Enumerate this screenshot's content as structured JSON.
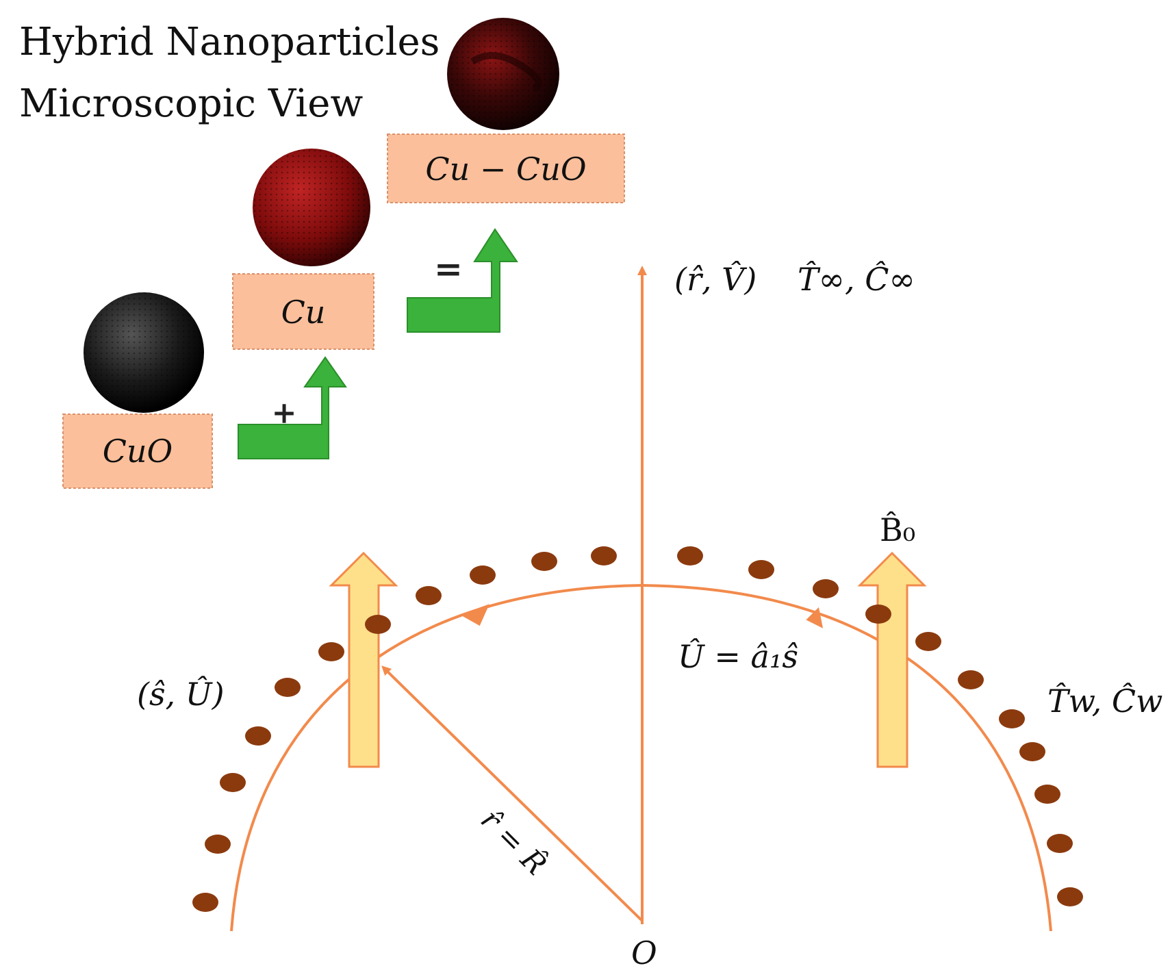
{
  "title": {
    "line1": "Hybrid Nanoparticles",
    "line2": "Microscopic View"
  },
  "particles": {
    "cuo": {
      "label": "CuO",
      "color": "#1a1a1a"
    },
    "cu": {
      "label": "Cu",
      "color": "#8b0d0d"
    },
    "hybrid": {
      "label": "Cu − CuO",
      "color": "#5a0a0a"
    }
  },
  "operators": {
    "plus": "+",
    "equals": "="
  },
  "labels": {
    "r_v": "(r̂, V̂)",
    "t_c_inf": "T̂∞, Ĉ∞",
    "b0": "B̂₀",
    "s_u": "(ŝ, Û)",
    "u_eq": "Û = â₁ŝ",
    "t_c_w": "T̂w, Ĉw",
    "r_eq": "r̂ = R̂",
    "origin": "O"
  },
  "colors": {
    "curve": "#f28a4c",
    "dot": "#8b3a0e",
    "label_box": "#fbbf9b",
    "green_arrow": "#3bb23b",
    "magnet_fill": "#ffe08a",
    "magnet_stroke": "#f28a4c"
  }
}
